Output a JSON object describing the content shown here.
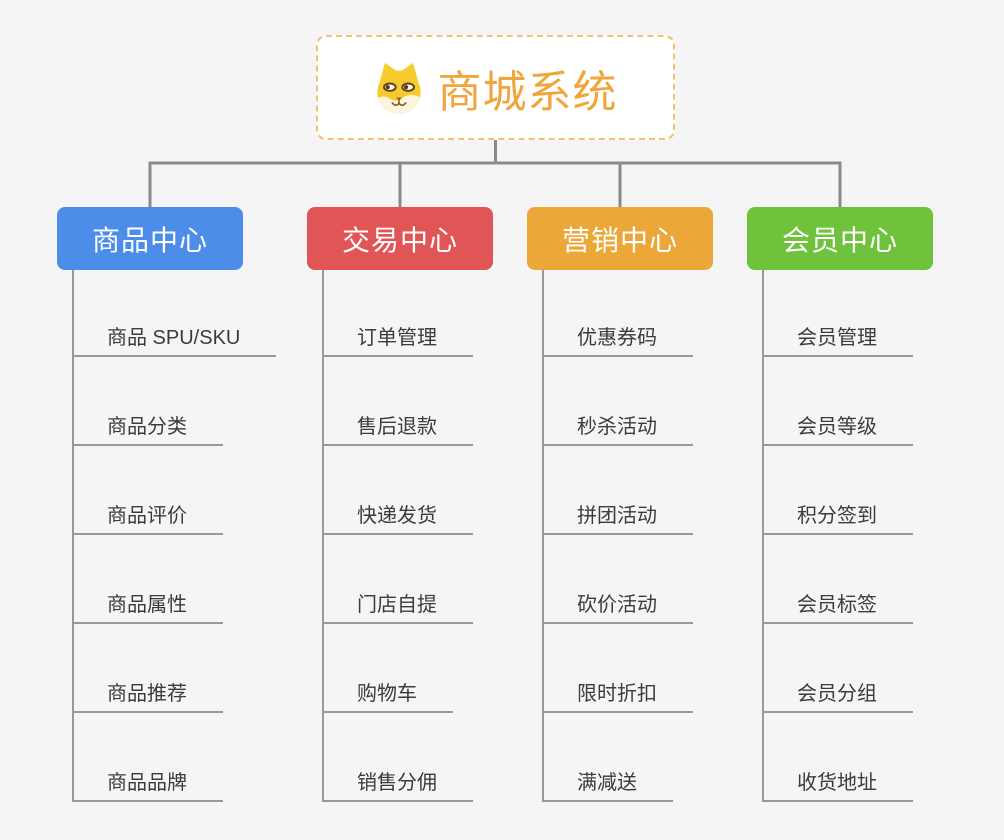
{
  "root": {
    "label": "商城系统",
    "icon": "shiba-dog-icon",
    "text_color": "#F0A63C",
    "border_color": "#F4C171"
  },
  "branches": [
    {
      "label": "商品中心",
      "color": "#4B8DE9",
      "children": [
        "商品 SPU/SKU",
        "商品分类",
        "商品评价",
        "商品属性",
        "商品推荐",
        "商品品牌"
      ]
    },
    {
      "label": "交易中心",
      "color": "#E15556",
      "children": [
        "订单管理",
        "售后退款",
        "快递发货",
        "门店自提",
        "购物车",
        "销售分佣"
      ]
    },
    {
      "label": "营销中心",
      "color": "#EBA737",
      "children": [
        "优惠券码",
        "秒杀活动",
        "拼团活动",
        "砍价活动",
        "限时折扣",
        "满减送"
      ]
    },
    {
      "label": "会员中心",
      "color": "#6EC23C",
      "children": [
        "会员管理",
        "会员等级",
        "积分签到",
        "会员标签",
        "会员分组",
        "收货地址"
      ]
    }
  ],
  "colors": {
    "background": "#f5f5f6",
    "tree_connector": "#8a8a8a",
    "leaf_line": "#999999",
    "leaf_text": "#3b3b3b"
  }
}
